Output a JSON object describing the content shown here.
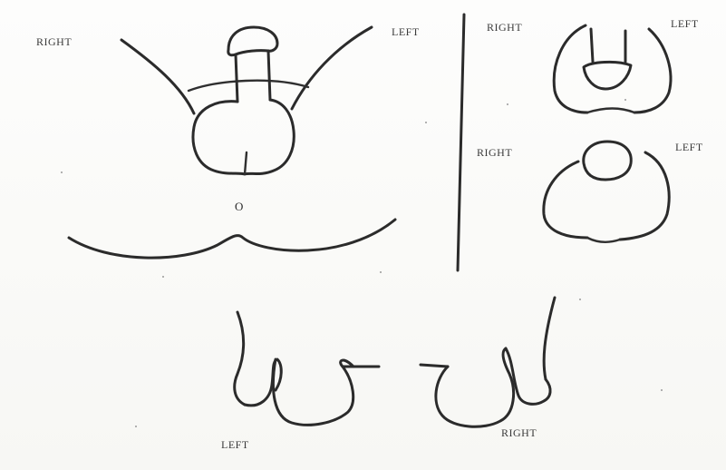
{
  "labels": {
    "main_right": "RIGHT",
    "main_left": "LEFT",
    "main_marker": "O",
    "top_right_right": "RIGHT",
    "top_right_left": "LEFT",
    "mid_right_right": "RIGHT",
    "mid_right_left": "LEFT",
    "bottom_left": "LEFT",
    "bottom_right": "RIGHT"
  },
  "colors": {
    "ink": "#2b2b2b",
    "paper": "#fdfdfc"
  }
}
